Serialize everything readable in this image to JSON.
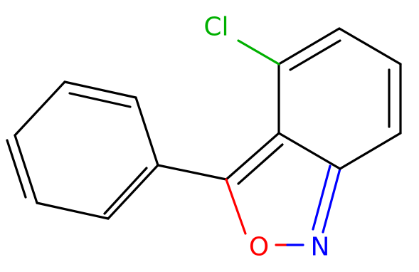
{
  "molecule": {
    "atoms": {
      "cl": {
        "label": "Cl",
        "color": "#00b000"
      },
      "o": {
        "label": "O",
        "color": "#ff0000"
      },
      "n": {
        "label": "N",
        "color": "#0000ff"
      }
    }
  },
  "colors": {
    "bond": "#000000",
    "background": "#ffffff"
  }
}
